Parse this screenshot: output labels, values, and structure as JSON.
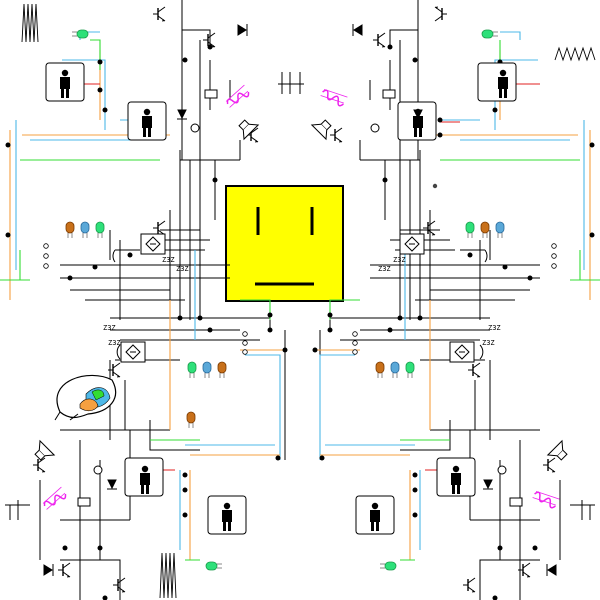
{
  "labels": {
    "z1": "Z3Z",
    "z2": "Z3Z",
    "z3": "Z3Z",
    "z4": "Z3Z",
    "z5": "Z3Z",
    "z6": "Z3Z",
    "z7": "Z3Z",
    "z8": "Z3Z"
  },
  "colors": {
    "background": "#ffffff",
    "wire": "#000000",
    "face": "#ffff00",
    "blue": "#4db8e8",
    "orange": "#f5a040",
    "green": "#33dd33",
    "red": "#e02020",
    "magenta": "#ee22ee",
    "led_green": "#2ee07a",
    "led_orange": "#c8701a",
    "led_blue": "#5aa8d8"
  },
  "icons": [
    "face-icon",
    "person-icon",
    "led-icon",
    "transistor-icon",
    "coil-icon",
    "speaker-icon",
    "bridge-rectifier-icon",
    "scribble-icon",
    "shell-icon"
  ]
}
